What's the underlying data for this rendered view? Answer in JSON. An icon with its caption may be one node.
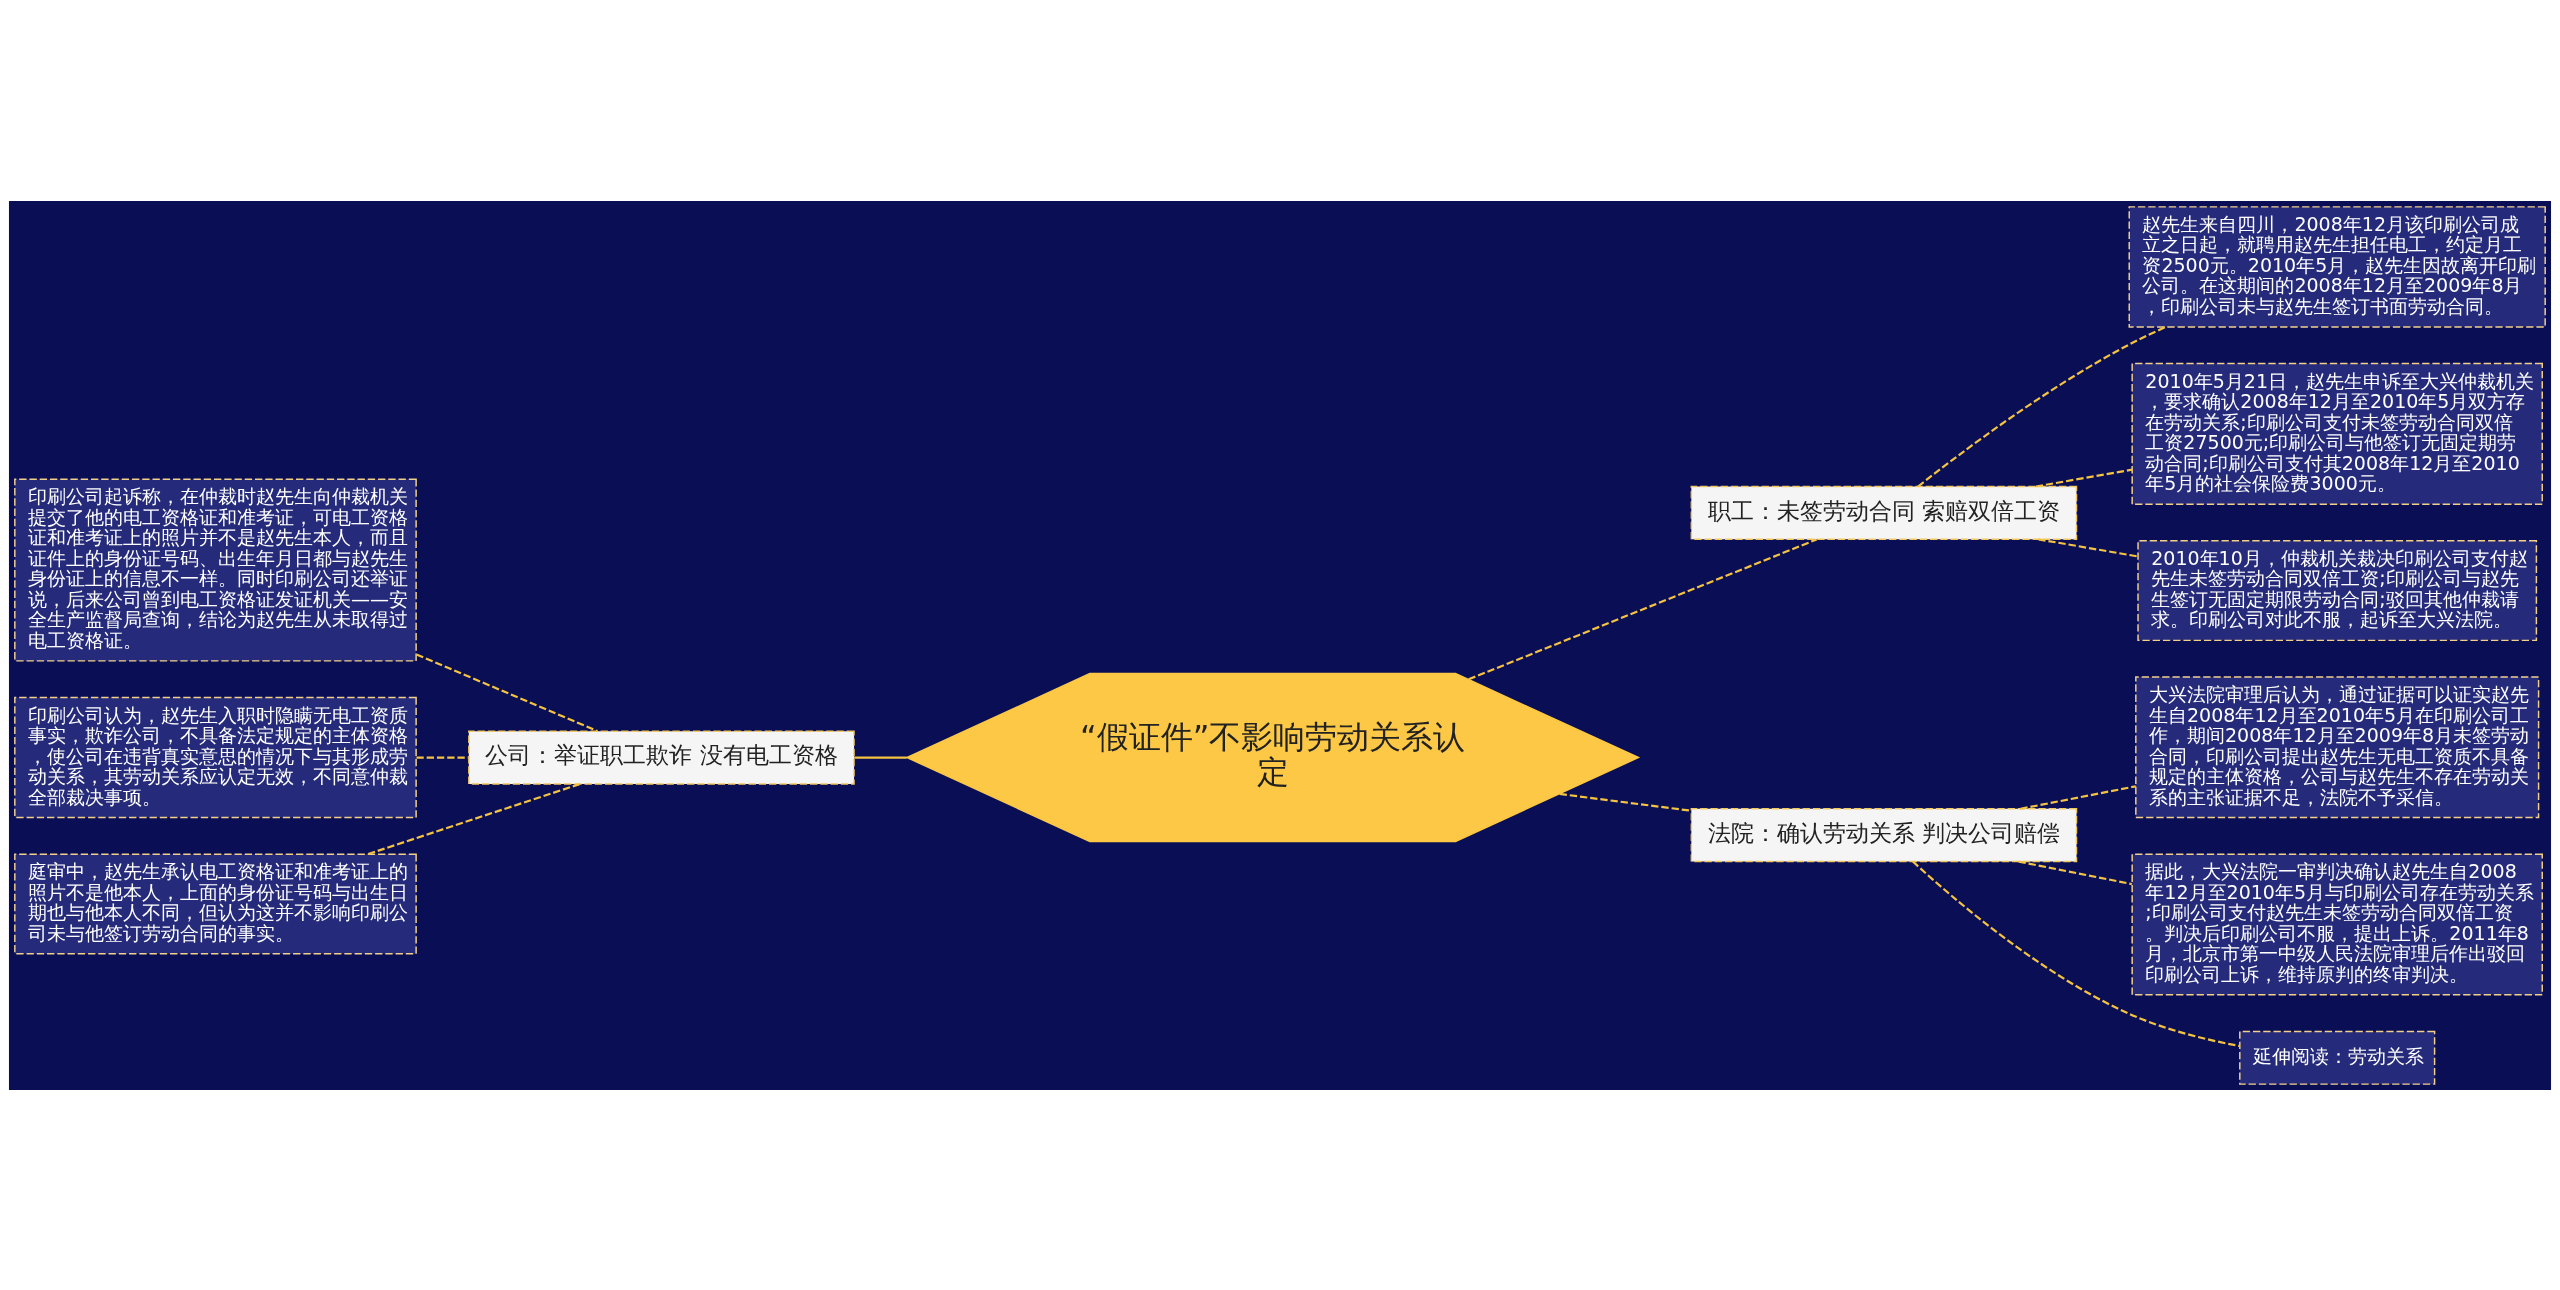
{
  "diagram": {
    "nodes": [
      {
        "text": [
          "“假证件”不影响劳动关系认定"
        ]
      },
      {
        "text": [
          "公司：举证职工欺诈 没有电工资格"
        ]
      },
      {
        "text": [
          "印刷公司起诉称，在仲裁时赵先生向仲裁机关提交了他的电工资格证和准考证，可电工资格证和准考证上的照片并不是赵先生本人，而且证件上的身份证号码、出生年月日都与赵先生身份证上的信息不一样。同时印刷公司还举证说，后来公司曾到电工资格证发证机关——安全生产监督局查询，结论为赵先生从未取得过电工资格证。"
        ]
      },
      {
        "text": [
          "印刷公司认为，赵先生入职时隐瞒无电工资质事实，欺诈公司，不具备法定规定的主体资格，使公司在违背真实意思的情况下与其形成劳动关系，其劳动关系应认定无效，不同意仲裁全部裁决事项。"
        ]
      },
      {
        "text": [
          "庭审中，赵先生承认电工资格证和准考证上的照片不是他本人，上面的身份证号码与出生日期也与他本人不同，但认为这并不影响印刷公司未与他签订劳动合同的事实。"
        ]
      },
      {
        "text": [
          "职工：未签劳动合同 索赔双倍工资"
        ]
      },
      {
        "text": [
          "赵先生来自四川，2008年12月该印刷公司成立之日起，就聘用赵先生担任电工，约定月工资2500元。2010年5月，赵先生因故离开印刷公司。在这期间的2008年12月至2009年8月，印刷公司未与赵先生签订书面劳动合同。"
        ]
      },
      {
        "text": [
          "2010年5月21日，赵先生申诉至大兴仲裁机关，要求确认2008年12月至2010年5月双方存在劳动关系;印刷公司支付未签劳动合同双倍工资27500元;印刷公司与他签订无固定期劳动合同;印刷公司支付其2008年12月至2010年5月的社会保险费3000元。"
        ]
      },
      {
        "text": [
          "2010年10月，仲裁机关裁决印刷公司支付赵先生未签劳动合同双倍工资;印刷公司与赵先生签订无固定期限劳动合同;驳回其他仲裁请求。印刷公司对此不服，起诉至大兴法院。"
        ]
      },
      {
        "text": [
          "法院：确认劳动关系 判决公司赔偿"
        ]
      },
      {
        "text": [
          "大兴法院审理后认为，通过证据可以证实赵先生自2008年12月至2010年5月在印刷公司工作，期间2008年12月至2009年8月未签劳动合同，印刷公司提出赵先生无电工资质不具备规定的主体资格，公司与赵先生不存在劳动关系的主张证据不足，法院不予采信。"
        ]
      },
      {
        "text": [
          "据此，大兴法院一审判决确认赵先生自2008年12月至2010年5月与印刷公司存在劳动关系;印刷公司支付赵先生未签劳动合同双倍工资。判决后印刷公司不服，提出上诉。2011年8月，北京市第一中级人民法院审理后作出驳回印刷公司上诉，维持原判的终审判决。"
        ]
      },
      {
        "text": [
          "延伸阅读：劳动关系"
        ]
      }
    ],
    "edges": [
      {
        "from": 0,
        "to": 1,
        "arrow": "none"
      },
      {
        "from": 1,
        "to": 2,
        "arrow": "none",
        "style": "dashed"
      },
      {
        "from": 1,
        "to": 3,
        "arrow": "none",
        "style": "dashed"
      },
      {
        "from": 1,
        "to": 4,
        "arrow": "none",
        "style": "dashed"
      },
      {
        "from": 0,
        "to": 5,
        "arrow": "none",
        "style": "dashed"
      },
      {
        "from": 5,
        "to": 6,
        "arrow": "none",
        "style": "dashed"
      },
      {
        "from": 5,
        "to": 7,
        "arrow": "none",
        "style": "dashed"
      },
      {
        "from": 5,
        "to": 8,
        "arrow": "none",
        "style": "dashed"
      },
      {
        "from": 0,
        "to": 9,
        "arrow": "none",
        "style": "dashed"
      },
      {
        "from": 9,
        "to": 10,
        "arrow": "none",
        "style": "dashed"
      },
      {
        "from": 9,
        "to": 11,
        "arrow": "none",
        "style": "dashed"
      },
      {
        "from": 9,
        "to": 12,
        "arrow": "none",
        "style": "dashed"
      }
    ]
  }
}
